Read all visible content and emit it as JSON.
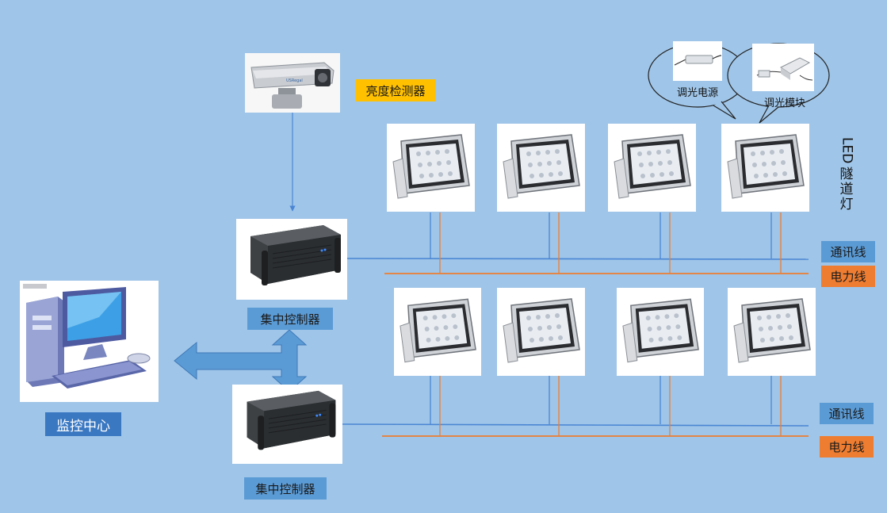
{
  "labels": {
    "brightness_detector": "亮度检测器",
    "dimming_power": "调光电源",
    "dimming_module": "调光模块",
    "led_tunnel_light_latin": "LED",
    "led_tunnel_light_cjk": "隧道灯",
    "controller_top": "集中控制器",
    "controller_bottom": "集中控制器",
    "monitor_center": "监控中心",
    "comm_line_top": "通讯线",
    "power_line_top": "电力线",
    "comm_line_bottom": "通讯线",
    "power_line_bottom": "电力线"
  },
  "colors": {
    "background": "#9fc5e8",
    "comm_line": "#4a86d4",
    "power_line": "#ee7d31",
    "arrow_fill": "#5b9bd5",
    "label_yellow": "#ffc000"
  },
  "icons": {
    "camera": "camera-icon",
    "server": "server-icon",
    "computer": "computer-icon",
    "light": "led-floodlight-icon",
    "power_supply": "power-supply-icon",
    "module": "dimming-module-icon"
  }
}
